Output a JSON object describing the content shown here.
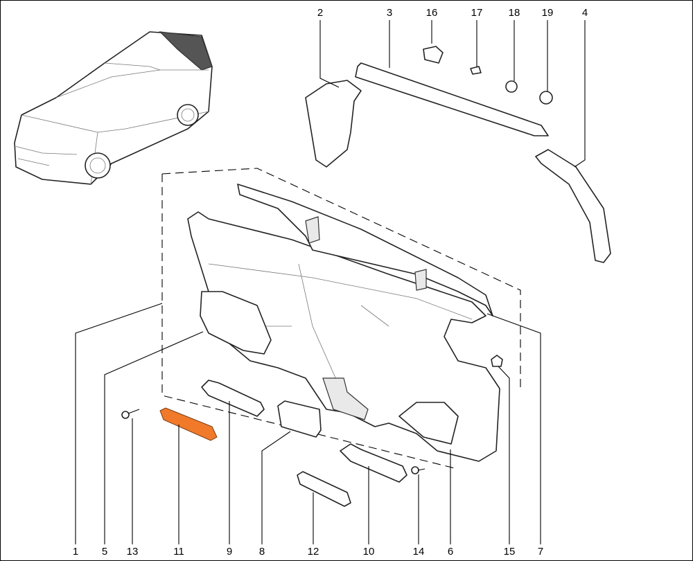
{
  "diagram": {
    "highlight_color": "#f07a2a",
    "callouts_top": [
      "2",
      "3",
      "16",
      "17",
      "18",
      "19",
      "4"
    ],
    "callouts_bottom": [
      "1",
      "5",
      "13",
      "11",
      "9",
      "8",
      "12",
      "10",
      "14",
      "6",
      "15",
      "7"
    ],
    "highlighted_part": "11"
  }
}
